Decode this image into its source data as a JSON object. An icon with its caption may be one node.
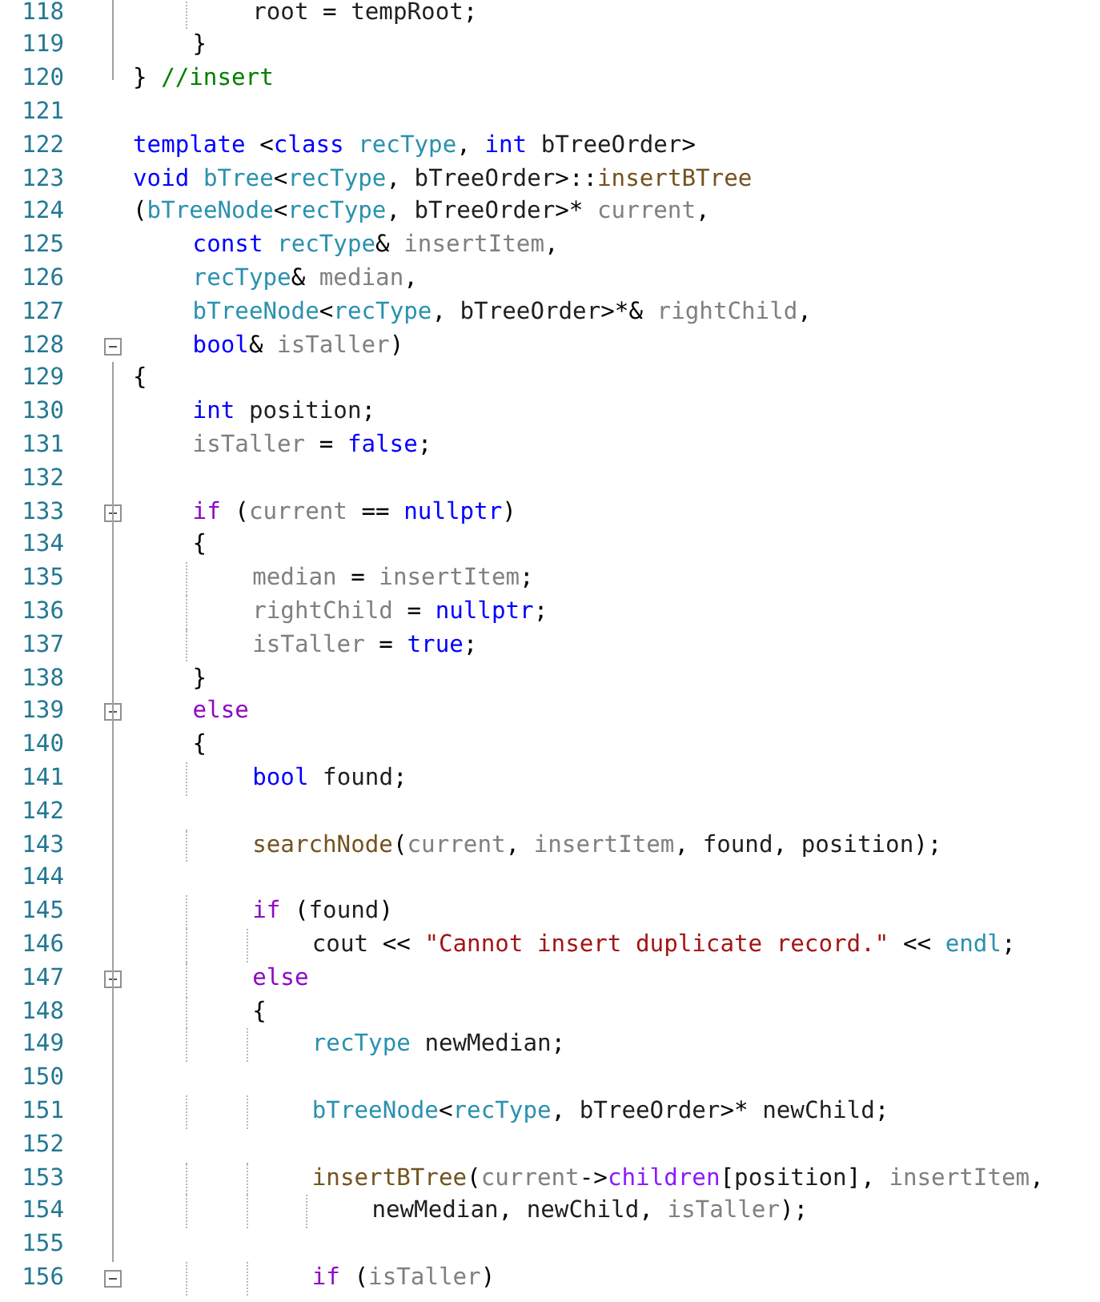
{
  "diagram": {
    "labels": [
      "118",
      "root = tempRoot;",
      "119",
      "}",
      "120",
      "} //insert",
      "121",
      "122",
      "template <class recType, int bTreeOrder>",
      "123",
      "void bTree<recType, bTreeOrder>::insertBTree",
      "124",
      "(bTreeNode<recType, bTreeOrder>* current,",
      "125",
      "const recType& insertItem,",
      "126",
      "recType& median,",
      "127",
      "bTreeNode<recType, bTreeOrder>*& rightChild,",
      "128",
      "bool& isTaller)",
      "129",
      "{",
      "130",
      "int position;",
      "131",
      "isTaller = false;",
      "132",
      "133",
      "if (current == nullptr)",
      "134",
      "{",
      "135",
      "median = insertItem;",
      "136",
      "rightChild = nullptr;",
      "137",
      "isTaller = true;",
      "138",
      "}",
      "139",
      "else",
      "140",
      "{",
      "141",
      "bool found;",
      "142",
      "143",
      "searchNode(current, insertItem, found, position);",
      "144",
      "145",
      "if (found)",
      "146",
      "cout << \"Cannot insert duplicate record.\" << endl;",
      "147",
      "else",
      "148",
      "{",
      "149",
      "recType newMedian;",
      "150",
      "151",
      "bTreeNode<recType, bTreeOrder>* newChild;",
      "152",
      "153",
      "insertBTree(current->children[position], insertItem,",
      "154",
      "newMedian, newChild, isTaller);",
      "155",
      "156",
      "if (isTaller)"
    ]
  }
}
